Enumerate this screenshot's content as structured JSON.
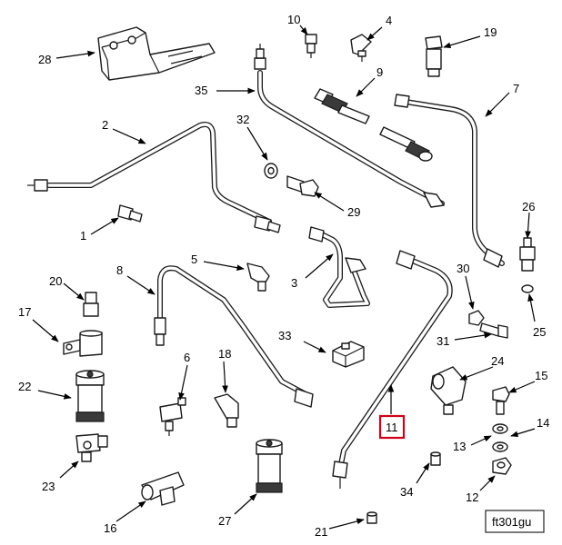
{
  "figure": {
    "reference_code": "ft301gu",
    "highlight_color": "#d0021b",
    "callouts": {
      "c1": "1",
      "c2": "2",
      "c3": "3",
      "c4": "4",
      "c5": "5",
      "c6": "6",
      "c7": "7",
      "c8": "8",
      "c9": "9",
      "c10": "10",
      "c11": "11",
      "c12": "12",
      "c13": "13",
      "c14": "14",
      "c15": "15",
      "c16": "16",
      "c17": "17",
      "c18": "18",
      "c19": "19",
      "c20": "20",
      "c21": "21",
      "c22": "22",
      "c23": "23",
      "c24": "24",
      "c25": "25",
      "c26": "26",
      "c27": "27",
      "c28": "28",
      "c29": "29",
      "c30": "30",
      "c31": "31",
      "c32": "32",
      "c33": "33",
      "c34": "34",
      "c35": "35"
    },
    "highlighted_callout": "11"
  }
}
